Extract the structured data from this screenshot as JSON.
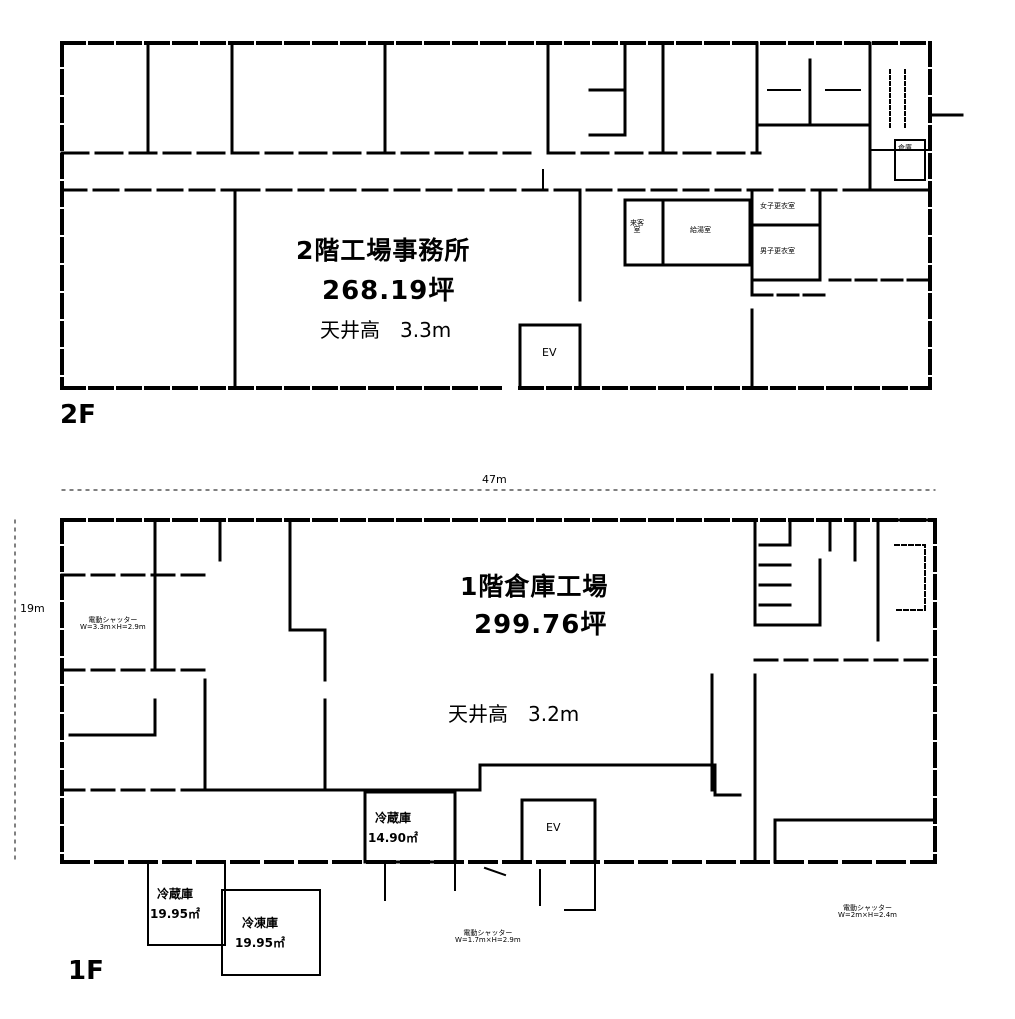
{
  "floors": {
    "second": {
      "label": "2F",
      "title": "2階工場事務所",
      "area": "268.19坪",
      "ceiling": "天井高　3.3m",
      "ev": "EV",
      "small_labels": {
        "room_a": "来客\n室",
        "room_b": "給湯室",
        "room_c": "女子更衣室",
        "room_d": "男子更衣室",
        "room_e": "倉庫"
      }
    },
    "first": {
      "label": "1F",
      "title": "1階倉庫工場",
      "area": "299.76坪",
      "ceiling": "天井高　3.2m",
      "ev": "EV",
      "dim_width": "47m",
      "dim_height": "19m",
      "shutter_left": "電動シャッター\nW=3.3m×H=2.9m",
      "shutter_center": "電動シャッター\nW=1.7m×H=2.9m",
      "shutter_right": "電動シャッター\nW=2m×H=2.4m",
      "rooms": [
        {
          "name": "冷蔵庫",
          "area": "14.90㎡"
        },
        {
          "name": "冷蔵庫",
          "area": "19.95㎡"
        },
        {
          "name": "冷凍庫",
          "area": "19.95㎡"
        }
      ]
    }
  }
}
